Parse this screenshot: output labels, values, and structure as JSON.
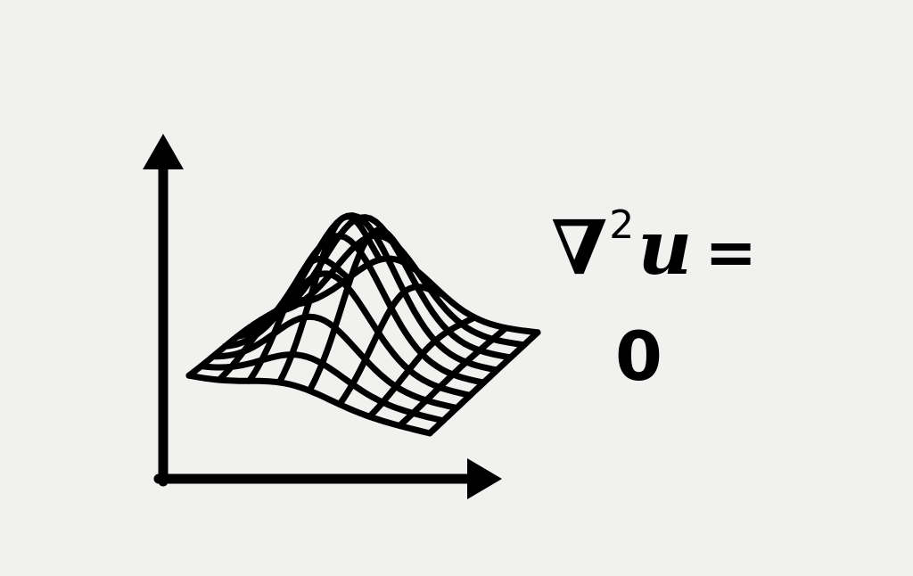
{
  "equation": {
    "operator": "∇",
    "exponent": "2",
    "variable": "u",
    "equals": "=",
    "rhs": "0"
  },
  "icons": {
    "axes": "axes-icon",
    "surface": "gaussian-surface-icon"
  },
  "colors": {
    "ink": "#000000",
    "background": "#f1f1f0"
  }
}
